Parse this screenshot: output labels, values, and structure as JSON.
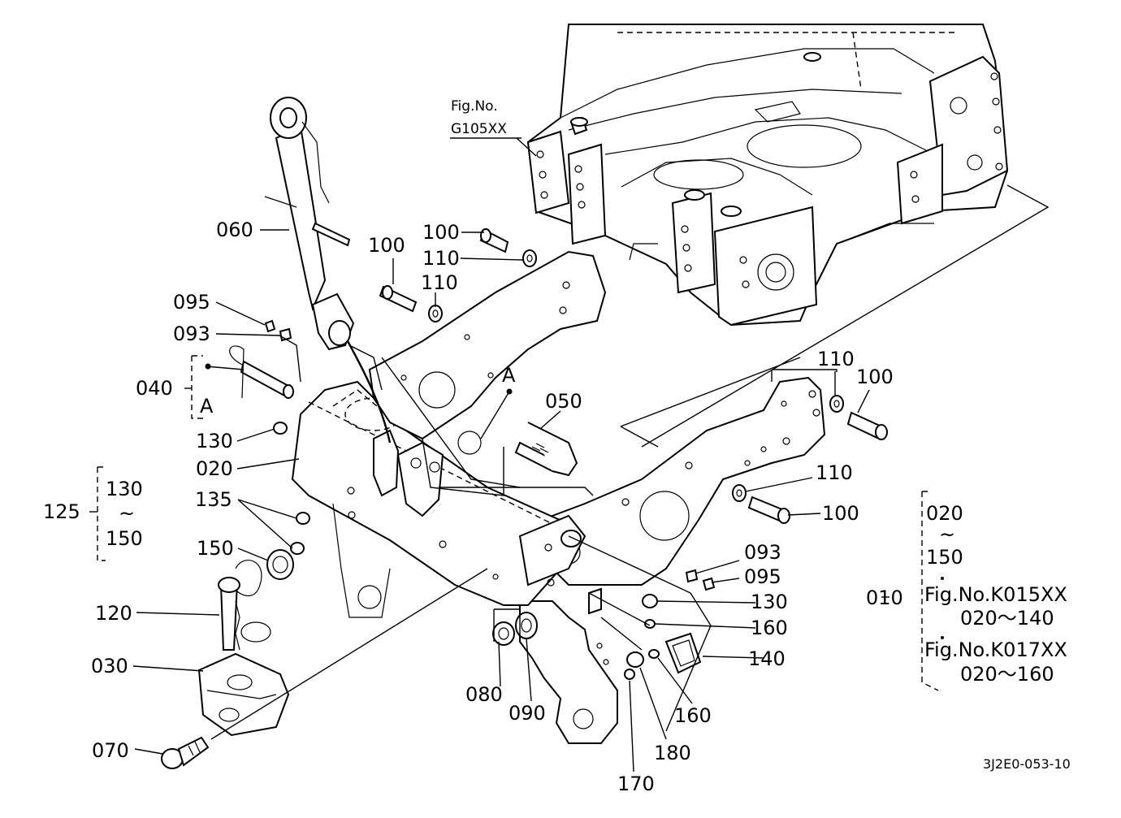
{
  "diagram": {
    "code": "3J2E0-053-10",
    "refs": [
      {
        "text": "Fig.No."
      },
      {
        "text": "G105XX"
      }
    ],
    "parts": {
      "p060": "060",
      "p100a": "100",
      "p110a": "110",
      "p100b": "100",
      "p110b": "110",
      "p095a": "095",
      "p093a": "093",
      "p040": "040",
      "A1": "A",
      "A2": "A",
      "p130a": "130",
      "p020": "020",
      "p050": "050",
      "p110c": "110",
      "p100c": "100",
      "p110d": "110",
      "p100d": "100",
      "p125": "125",
      "r130": "130",
      "rtilde": "~",
      "r150": "150",
      "p135": "135",
      "p150": "150",
      "p120": "120",
      "p030": "030",
      "p070": "070",
      "p080": "080",
      "p090": "090",
      "p093b": "093",
      "p095b": "095",
      "p130b": "130",
      "p160a": "160",
      "p140": "140",
      "p160b": "160",
      "p180": "180",
      "p170": "170"
    },
    "assembly": {
      "r020": "020",
      "tilde": "~",
      "r150": "150",
      "p010": "010",
      "fig1": "Fig.No.K015XX",
      "range1": "020～140",
      "fig2": "Fig.No.K017XX",
      "range2": "020～160"
    }
  }
}
